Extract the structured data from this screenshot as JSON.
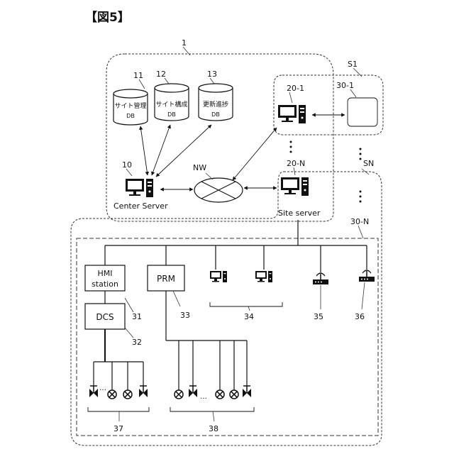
{
  "figure_label": "【図5】",
  "refs": {
    "system": "1",
    "site1": "S1",
    "siteN": "SN",
    "center_server": "10",
    "db1": "11",
    "db2": "12",
    "db3": "13",
    "site_server1": "20-1",
    "site_serverN": "20-N",
    "device1": "30-1",
    "deviceN": "30-N",
    "hmi": "31",
    "dcs": "32",
    "prm": "33",
    "pcs": "34",
    "ap1": "35",
    "ap2": "36",
    "field_dcs": "37",
    "field_prm": "38"
  },
  "labels": {
    "db1": "サイト管理",
    "db2": "サイト構成",
    "db3": "更新進捗",
    "db": "DB",
    "network": "NW",
    "center_server": "Center Server",
    "site_server": "Site server",
    "hmi_line1": "HMI",
    "hmi_line2": "station",
    "dcs": "DCS",
    "prm": "PRM",
    "ellipsis_v": "⋮",
    "ellipsis_h": "…"
  }
}
